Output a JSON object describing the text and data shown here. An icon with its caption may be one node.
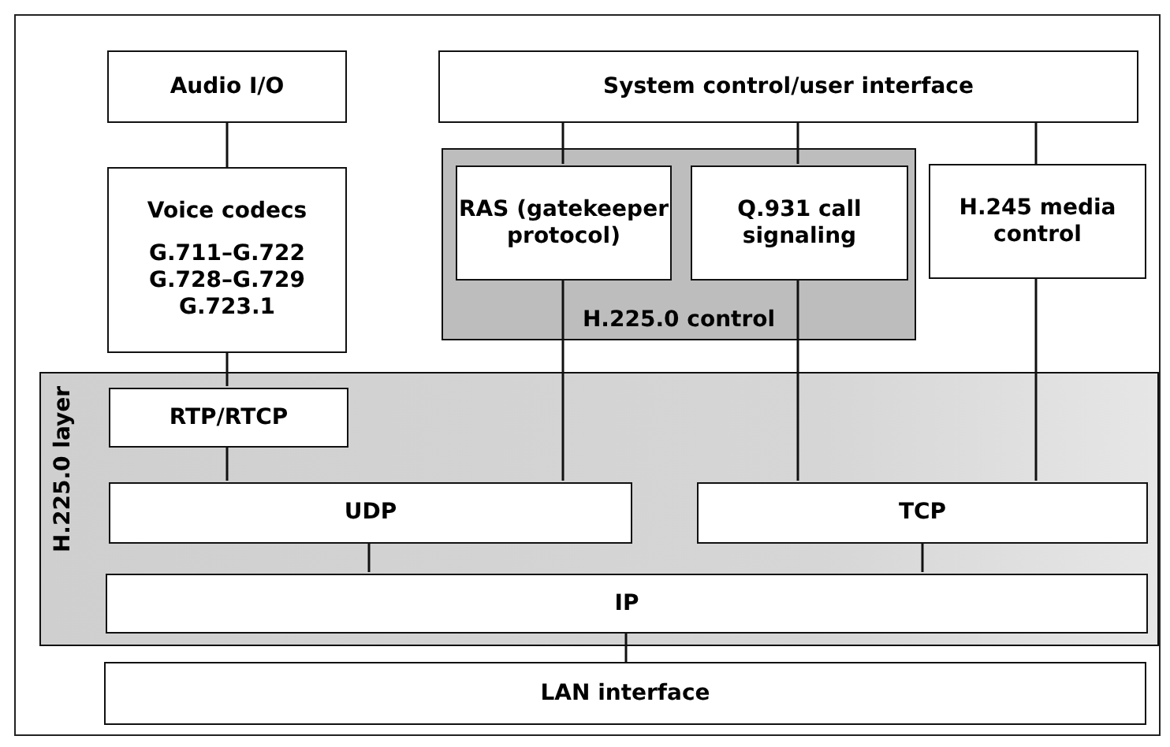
{
  "diagram": {
    "nodes": [
      {
        "text": [
          "Audio I/O"
        ]
      },
      {
        "text": [
          "System control/user interface"
        ]
      },
      {
        "text": [
          "Voice codecs",
          "G.711–G.722 G.728–G.729 G.723.1"
        ]
      },
      {
        "text": [
          "H.225.0 control"
        ]
      },
      {
        "text": [
          "RAS (gatekeeper protocol)"
        ],
        "in": 3
      },
      {
        "text": [
          "Q.931 call signaling"
        ],
        "in": 3
      },
      {
        "text": [
          "H.245 media control"
        ]
      },
      {
        "text": [
          "H.225.0 layer"
        ]
      },
      {
        "text": [
          "RTP/RTCP"
        ],
        "in": 7
      },
      {
        "text": [
          "UDP"
        ],
        "in": 7
      },
      {
        "text": [
          "TCP"
        ],
        "in": 7
      },
      {
        "text": [
          "IP"
        ],
        "in": 7
      },
      {
        "text": [
          "LAN interface"
        ]
      }
    ],
    "edges": [
      {
        "from": 0,
        "to": 2,
        "arrow": "none"
      },
      {
        "from": 1,
        "to": 4,
        "arrow": "none"
      },
      {
        "from": 1,
        "to": 5,
        "arrow": "none"
      },
      {
        "from": 1,
        "to": 6,
        "arrow": "none"
      },
      {
        "from": 2,
        "to": 8,
        "arrow": "none"
      },
      {
        "from": 4,
        "to": 9,
        "arrow": "none"
      },
      {
        "from": 5,
        "to": 10,
        "arrow": "none"
      },
      {
        "from": 6,
        "to": 10,
        "arrow": "none"
      },
      {
        "from": 8,
        "to": 9,
        "arrow": "none"
      },
      {
        "from": 9,
        "to": 11,
        "arrow": "none"
      },
      {
        "from": 10,
        "to": 11,
        "arrow": "none"
      },
      {
        "from": 11,
        "to": 12,
        "arrow": "none"
      }
    ]
  }
}
